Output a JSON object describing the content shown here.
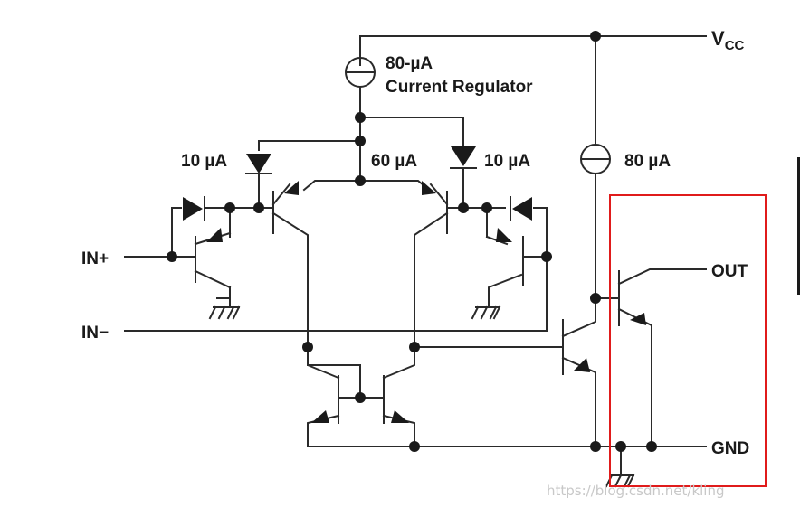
{
  "labels": {
    "vcc": "V",
    "vcc_sub": "CC",
    "reg_current": "80-µA",
    "reg_name": "Current Regulator",
    "left_diode_current": "10 µA",
    "mid_current": "60 µA",
    "right_diode_current": "10 µA",
    "source_current": "80 µA",
    "in_plus": "IN+",
    "in_minus": "IN−",
    "out": "OUT",
    "gnd": "GND"
  },
  "watermark": "https://blog.csdn.net/kling",
  "highlight": {
    "color": "#e01b1b"
  }
}
